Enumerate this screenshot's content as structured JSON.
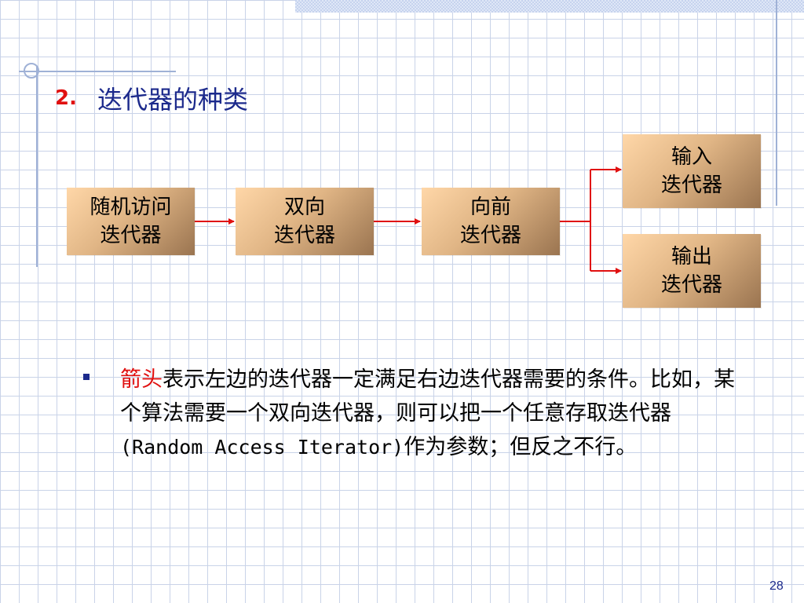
{
  "slide": {
    "title_number": "2.",
    "title_text": "迭代器的种类",
    "page_number": "28"
  },
  "diagram": {
    "boxes": {
      "random_access": [
        "随机访问",
        "迭代器"
      ],
      "bidirectional": [
        "双向",
        "迭代器"
      ],
      "forward": [
        "向前",
        "迭代器"
      ],
      "input": [
        "输入",
        "迭代器"
      ],
      "output": [
        "输出",
        "迭代器"
      ]
    },
    "colors": {
      "arrow": "#e01010",
      "box_light": "#ffd7a8",
      "box_dark": "#9a7450"
    }
  },
  "bullet": {
    "highlight": "箭头",
    "text_part1": "表示左边的迭代器一定满足右边迭代器需要的条件。比如，某个算法需要一个双向迭代器，则可以把一个任意存取迭代器",
    "text_mono": "(Random Access Iterator)",
    "text_part2": "作为参数；但反之不行。"
  }
}
